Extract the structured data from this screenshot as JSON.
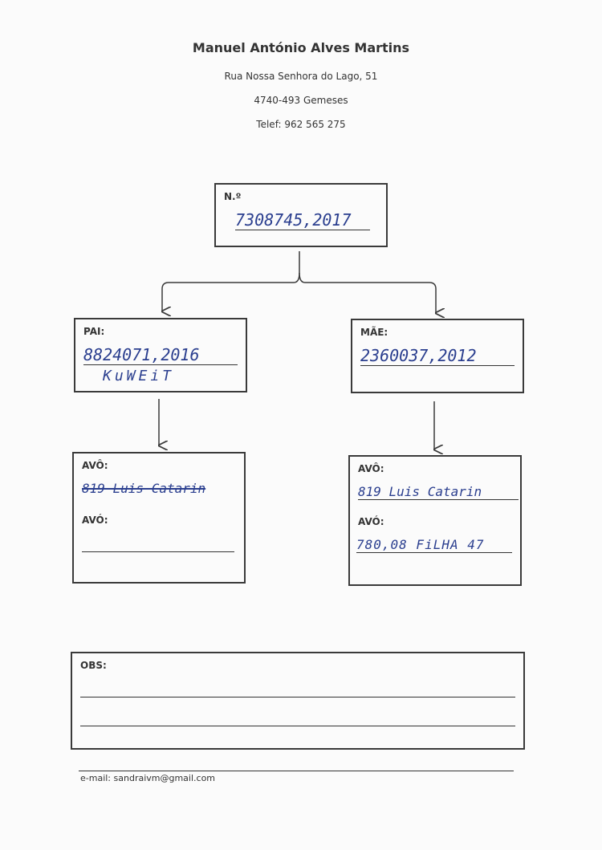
{
  "header": {
    "name": "Manuel António Alves Martins",
    "street": "Rua Nossa Senhora do Lago, 51",
    "postal": "4740-493 Gemeses",
    "phone": "Telef: 962 565 275"
  },
  "number_box": {
    "label": "N.º",
    "value": "7308745,2017"
  },
  "father_box": {
    "label": "PAI:",
    "value": "8824071,2016",
    "note": "KuWEiT"
  },
  "mother_box": {
    "label": "MÃE:",
    "value": "2360037,2012"
  },
  "paternal": {
    "grandfather_label": "AVÔ:",
    "grandfather_value": "819 Luis Catarin",
    "grandmother_label": "AVÓ:",
    "grandmother_value": ""
  },
  "maternal": {
    "grandfather_label": "AVÔ:",
    "grandfather_value": "819 Luis Catarin",
    "grandmother_label": "AVÓ:",
    "grandmother_value": "780,08 FiLHA 47"
  },
  "obs": {
    "label": "OBS:"
  },
  "footer": {
    "email_label": "e-mail:",
    "email": "sandraivm@gmail.com"
  },
  "colors": {
    "ink": "#2b3f8f",
    "border": "#3a3a3a"
  }
}
